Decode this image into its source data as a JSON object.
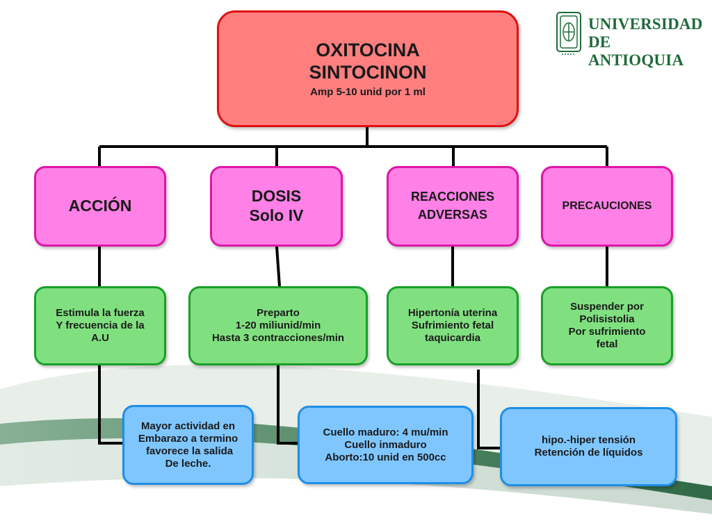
{
  "logo": {
    "line1": "UNIVERSIDAD",
    "line2": "DE ANTIOQUIA",
    "color": "#1f6b3a"
  },
  "root": {
    "title1": "OXITOCINA",
    "title2": "SINTOCINON",
    "subtitle": "Amp 5-10 unid por 1 ml"
  },
  "categories": [
    {
      "line1": "ACCIÓN"
    },
    {
      "line1": "DOSIS",
      "line2": "Solo IV"
    },
    {
      "line1": "REACCIONES",
      "line2": "ADVERSAS"
    },
    {
      "line1": "PRECAUCIONES"
    }
  ],
  "details": [
    {
      "lines": [
        "Estimula la fuerza",
        "Y frecuencia de la",
        "A.U"
      ]
    },
    {
      "lines": [
        "Preparto",
        "1-20 miliunid/min",
        "Hasta 3 contracciones/min"
      ]
    },
    {
      "lines": [
        "Hipertonía uterina",
        "Sufrimiento fetal",
        "taquicardia"
      ]
    },
    {
      "lines": [
        "Suspender por",
        "Polisistolia",
        "Por sufrimiento",
        "fetal"
      ]
    }
  ],
  "notes": [
    {
      "lines": [
        "Mayor actividad en",
        "Embarazo a termino",
        " favorece la salida",
        "De leche."
      ]
    },
    {
      "lines": [
        "Cuello maduro: 4 mu/min",
        "Cuello inmaduro",
        "Aborto:10 unid en 500cc"
      ]
    },
    {
      "lines": [
        "hipo.-hiper tensión",
        "Retención de líquidos"
      ]
    }
  ],
  "colors": {
    "root_fill": "#ff7f7f",
    "root_border": "#e01010",
    "category_fill": "#ff80e6",
    "category_border": "#e015a8",
    "detail_fill": "#80e080",
    "detail_border": "#18a028",
    "note_fill": "#7fc6ff",
    "note_border": "#1e8ee8"
  }
}
